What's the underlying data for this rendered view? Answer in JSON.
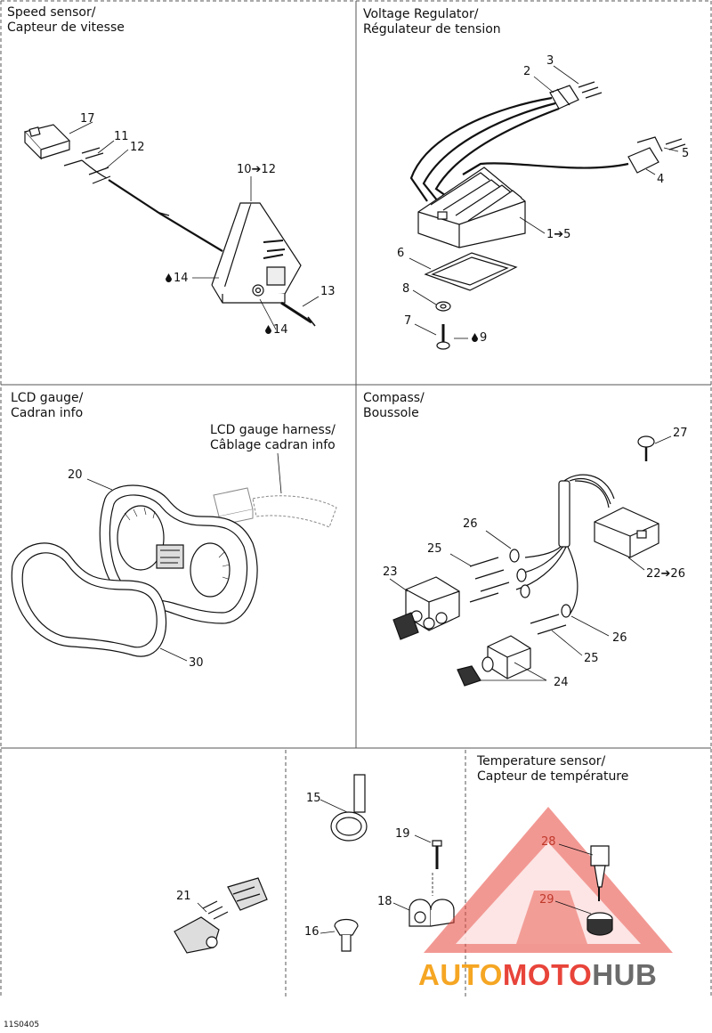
{
  "panels": {
    "speed_sensor": {
      "title_en": "Speed sensor/",
      "title_fr": "Capteur de vitesse",
      "callouts": {
        "c17": "17",
        "c11": "11",
        "c12": "12",
        "c10_12": "10➔12",
        "c14a": "14",
        "c13": "13",
        "c14b": "14"
      }
    },
    "voltage_regulator": {
      "title_en": "Voltage Regulator/",
      "title_fr": "Régulateur de tension",
      "callouts": {
        "c3": "3",
        "c2": "2",
        "c5": "5",
        "c4": "4",
        "c1_5": "1➔5",
        "c6": "6",
        "c8": "8",
        "c7": "7",
        "c9": "9"
      }
    },
    "lcd_gauge": {
      "title_en": "LCD gauge/",
      "title_fr": "Cadran info",
      "harness_en": "LCD gauge harness/",
      "harness_fr": "Câblage cadran info",
      "callouts": {
        "c20": "20",
        "c30": "30"
      }
    },
    "compass": {
      "title_en": "Compass/",
      "title_fr": "Boussole",
      "callouts": {
        "c27": "27",
        "c26a": "26",
        "c25a": "25",
        "c23": "23",
        "c22_26": "22➔26",
        "c26b": "26",
        "c25b": "25",
        "c24": "24"
      }
    },
    "misc": {
      "callouts": {
        "c21": "21",
        "c15": "15",
        "c19": "19",
        "c18": "18",
        "c16": "16"
      }
    },
    "temperature_sensor": {
      "title_en": "Temperature sensor/",
      "title_fr": "Capteur de température",
      "callouts": {
        "c28": "28",
        "c29": "29"
      }
    }
  },
  "watermark": {
    "part1": "AUTO",
    "part2": "MOTO",
    "part3": "HUB"
  },
  "drawing_code": "11S0405",
  "colors": {
    "line": "#111111",
    "dashed_border": "#555555",
    "watermark_red": "#e8443a",
    "watermark_orange": "#f5a623",
    "watermark_gray": "#6b6b6b"
  }
}
